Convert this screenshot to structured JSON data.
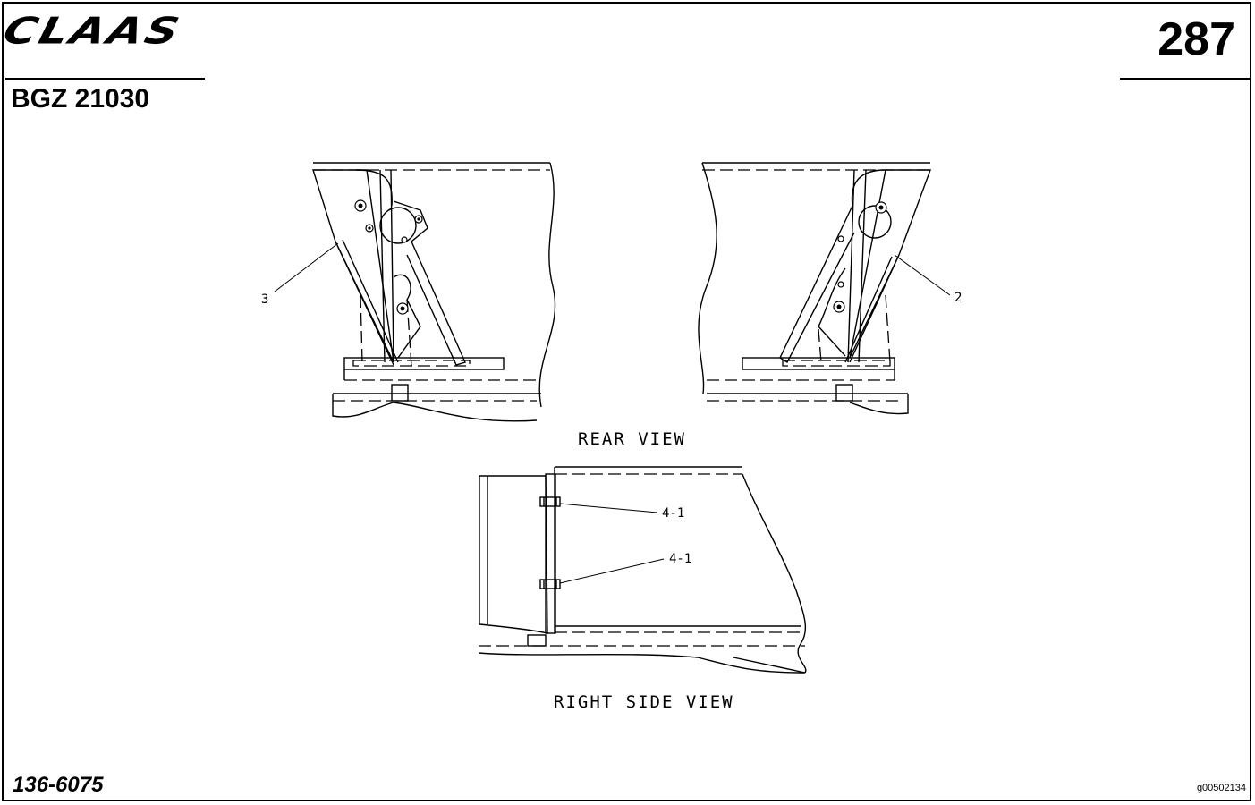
{
  "header": {
    "brand_logo": "CLAAS",
    "page_number": "287",
    "group_code": "BGZ 21030"
  },
  "footer": {
    "part_number": "136-6075",
    "image_id": "g00502134"
  },
  "views": {
    "rear_view_label": "REAR VIEW",
    "right_side_view_label": "RIGHT SIDE VIEW"
  },
  "callouts": {
    "item_3": "3",
    "item_2": "2",
    "item_4_1_upper": "4-1",
    "item_4_1_lower": "4-1"
  }
}
